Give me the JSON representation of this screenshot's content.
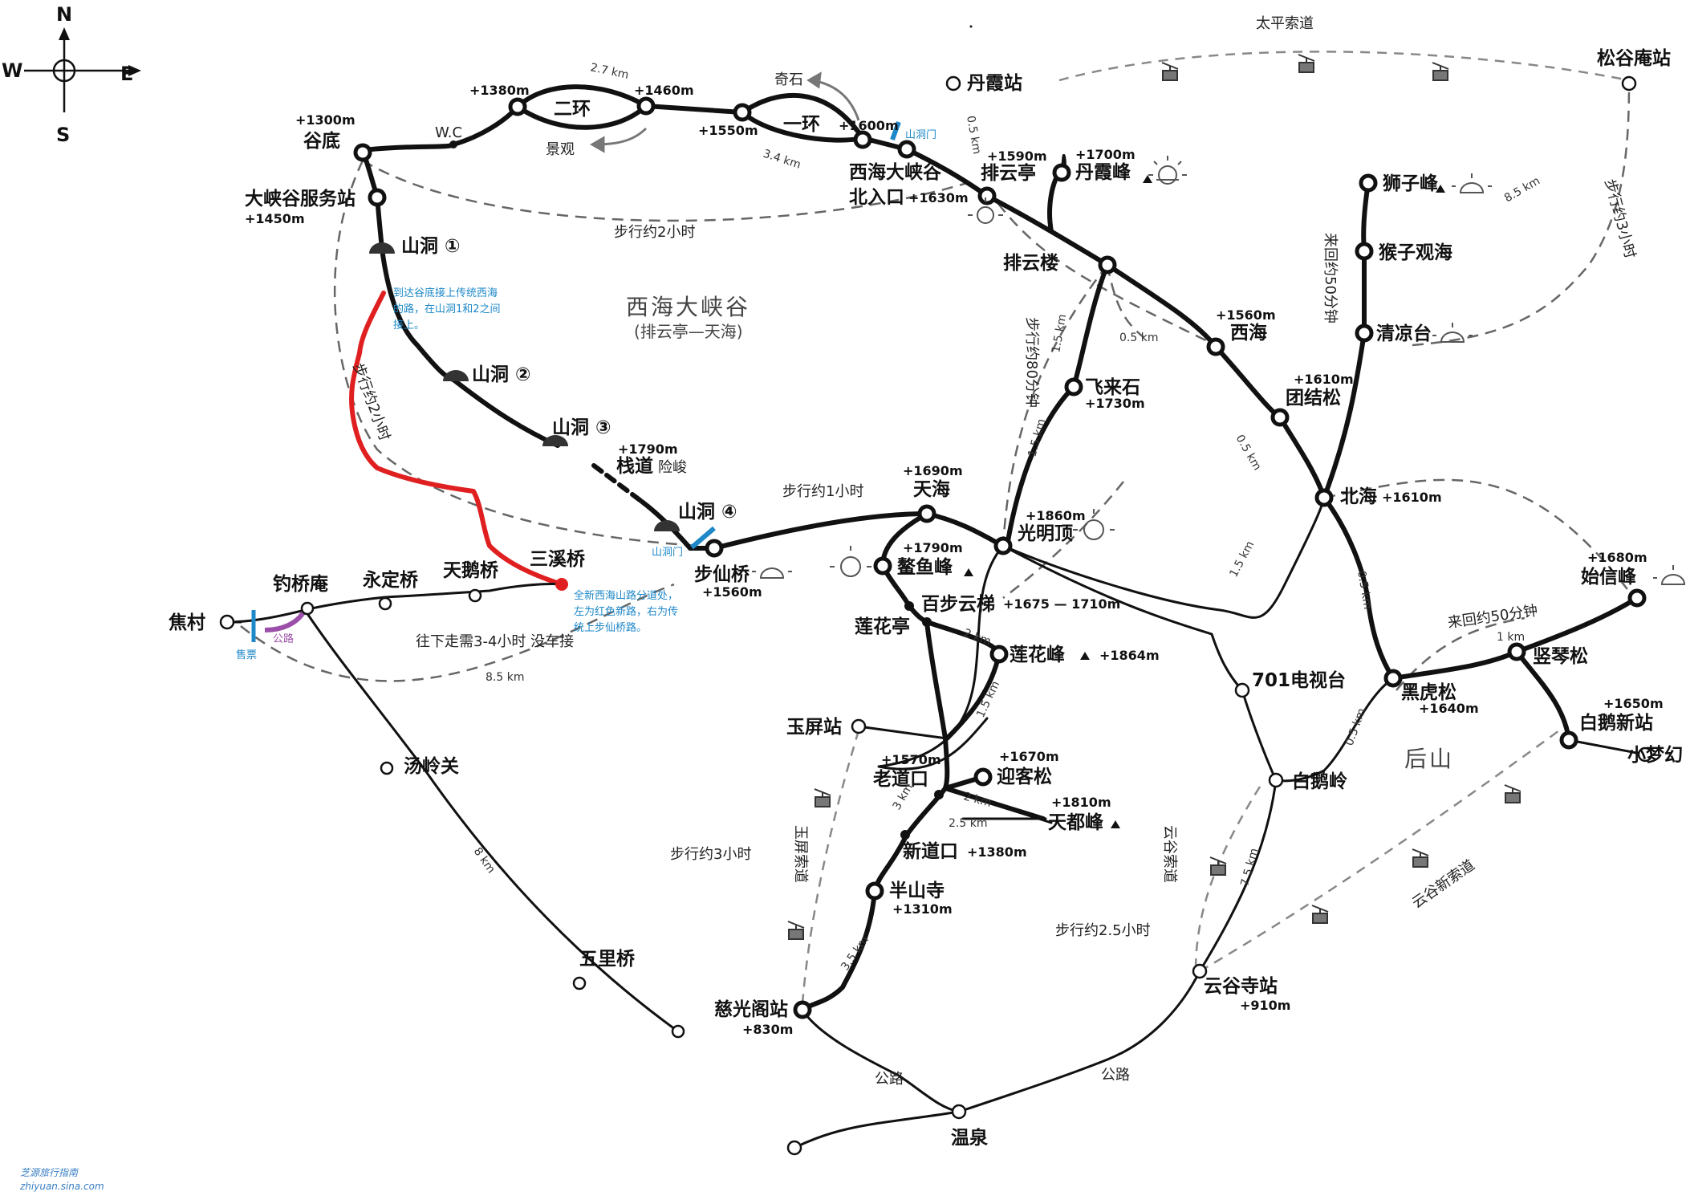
{
  "compass": {
    "n": "N",
    "s": "S",
    "e": "E",
    "w": "W"
  },
  "stations": {
    "gudi": "谷底",
    "gudi_elev": "+1300m",
    "dxg_fuwu": "大峡谷服务站",
    "dxg_fuwu_elev": "+1450m",
    "wc": "W.C",
    "p1380": "+1380m",
    "p1460": "+1460m",
    "p1550": "+1550m",
    "p1600": "+1600m",
    "erhuan": "二环",
    "yihuan": "一环",
    "qishi": "奇石",
    "jingguan": "景观",
    "xihai_dxg": "西海大峡谷",
    "beirukou": "北入口",
    "beirukou_elev": "+1630m",
    "danxia_zhan": "丹霞站",
    "paiyunting": "排云亭",
    "paiyunting_elev": "+1590m",
    "danxiafeng": "丹霞峰",
    "danxiafeng_elev": "+1700m",
    "paiyunlou": "排云楼",
    "xihai": "西海",
    "xihai_elev": "+1560m",
    "feilaishi": "飞来石",
    "feilaishi_elev": "+1730m",
    "guangmingding": "光明顶",
    "guangmingding_elev": "+1860m",
    "tianhai": "天海",
    "tianhai_elev": "+1690m",
    "aoyufeng": "鳌鱼峰",
    "aoyufeng_elev": "+1790m",
    "baibuyunti": "百步云梯",
    "baibuyunti_elev": "+1675 — 1710m",
    "lianhuating": "莲花亭",
    "lianhuafeng": "莲花峰",
    "lianhuafeng_elev": "+1864m",
    "yupingzhan": "玉屏站",
    "laodaokou": "老道口",
    "laodaokou_elev": "+1570m",
    "yingkesong": "迎客松",
    "yingkesong_elev": "+1670m",
    "tiandufeng": "天都峰",
    "tiandufeng_elev": "+1810m",
    "xindaokou": "新道口",
    "xindaokou_elev": "+1380m",
    "banshansi": "半山寺",
    "banshansi_elev": "+1310m",
    "ciguangge": "慈光阁站",
    "ciguangge_elev": "+830m",
    "wenquan": "温泉",
    "shandong1": "山洞 ①",
    "shandong2": "山洞 ②",
    "shandong3": "山洞 ③",
    "shandong4": "山洞 ④",
    "zhandao": "栈道",
    "zhandao_elev": "+1790m",
    "xianjun": "险峻",
    "buxianqiao": "步仙桥",
    "buxianqiao_elev": "+1560m",
    "sanxiqiao": "三溪桥",
    "tianeqiao": "天鹅桥",
    "yongdingqiao": "永定桥",
    "diaoqiaoan": "钓桥庵",
    "jiaocun": "焦村",
    "tanglingguan": "汤岭关",
    "wuliqiao": "五里桥",
    "shizifeng": "狮子峰",
    "houziguanhai": "猴子观海",
    "qingliangtai": "清凉台",
    "tuanjiesong": "团结松",
    "tuanjiesong_elev": "+1610m",
    "beihai": "北海",
    "beihai_elev": "+1610m",
    "songguan": "松谷庵站",
    "shixinfeng": "始信峰",
    "shixinfeng_elev": "+1680m",
    "shuqinsong": "竖琴松",
    "heihusong": "黑虎松",
    "heihusong_elev": "+1640m",
    "baiexinzhan": "白鹅新站",
    "baiexinzhan_elev": "+1650m",
    "xiaomenghuan": "小梦幻",
    "tv701": "701电视台",
    "baieling": "白鹅岭",
    "yungusi": "云谷寺站",
    "yungusi_elev": "+910m"
  },
  "distances": {
    "d27": "2.7 km",
    "d34": "3.4 km",
    "d05a": "0.5 km",
    "d15a": "1.5 km",
    "d05b": "0.5 km",
    "d15b": "1.5 km",
    "d05c": "0.5 km",
    "d15c": "1.5 km",
    "d05d": "0.5 km",
    "d85a": "8.5 km",
    "d05e": "0.5 km",
    "d1": "1 km",
    "d2a": "2 km",
    "d15d": "1.5 km",
    "d2b": "2 km",
    "d3": "3 km",
    "d25": "2.5 km",
    "d35": "3.5 km",
    "d75": "7.5 km",
    "d8": "8 km",
    "d85b": "8.5 km"
  },
  "labels": {
    "taiping": "太平索道",
    "walk2h_top": "步行约2小时",
    "region": "西海大峡谷",
    "region_sub": "(排云亭—天海)",
    "walk80": "步行约80分钟",
    "back50_v": "来回约50分钟",
    "walk3h_right": "步行约3小时",
    "walk2h_left": "步行约2小时",
    "walk1h": "步行约1小时",
    "down34": "往下走需3-4小时 没车接",
    "back50": "来回约50分钟",
    "houshan": "后山",
    "walk3h": "步行约3小时",
    "yuping_cable": "玉屏索道",
    "yungu_cable": "云谷索道",
    "walk25": "步行约2.5小时",
    "yungu_new": "云谷新索道",
    "road1": "公路",
    "road2": "公路",
    "dongmen1": "山洞门",
    "dongmen2": "山洞门",
    "ticket": "售票",
    "road_purple": "公路",
    "blue_note": "到达谷底接上传统西海的路，在山洞1和2之间接上。",
    "red_note": "全新西海山路分道处，左为红色新路，右为传统上步仙桥路。",
    "watermark": "zhiyuan.sina.com",
    "watermark_cn": "芝源旅行指南"
  },
  "colors": {
    "red": "#e02020",
    "blue": "#1e88c8",
    "purple": "#9b4fa8",
    "line": "#111111"
  }
}
